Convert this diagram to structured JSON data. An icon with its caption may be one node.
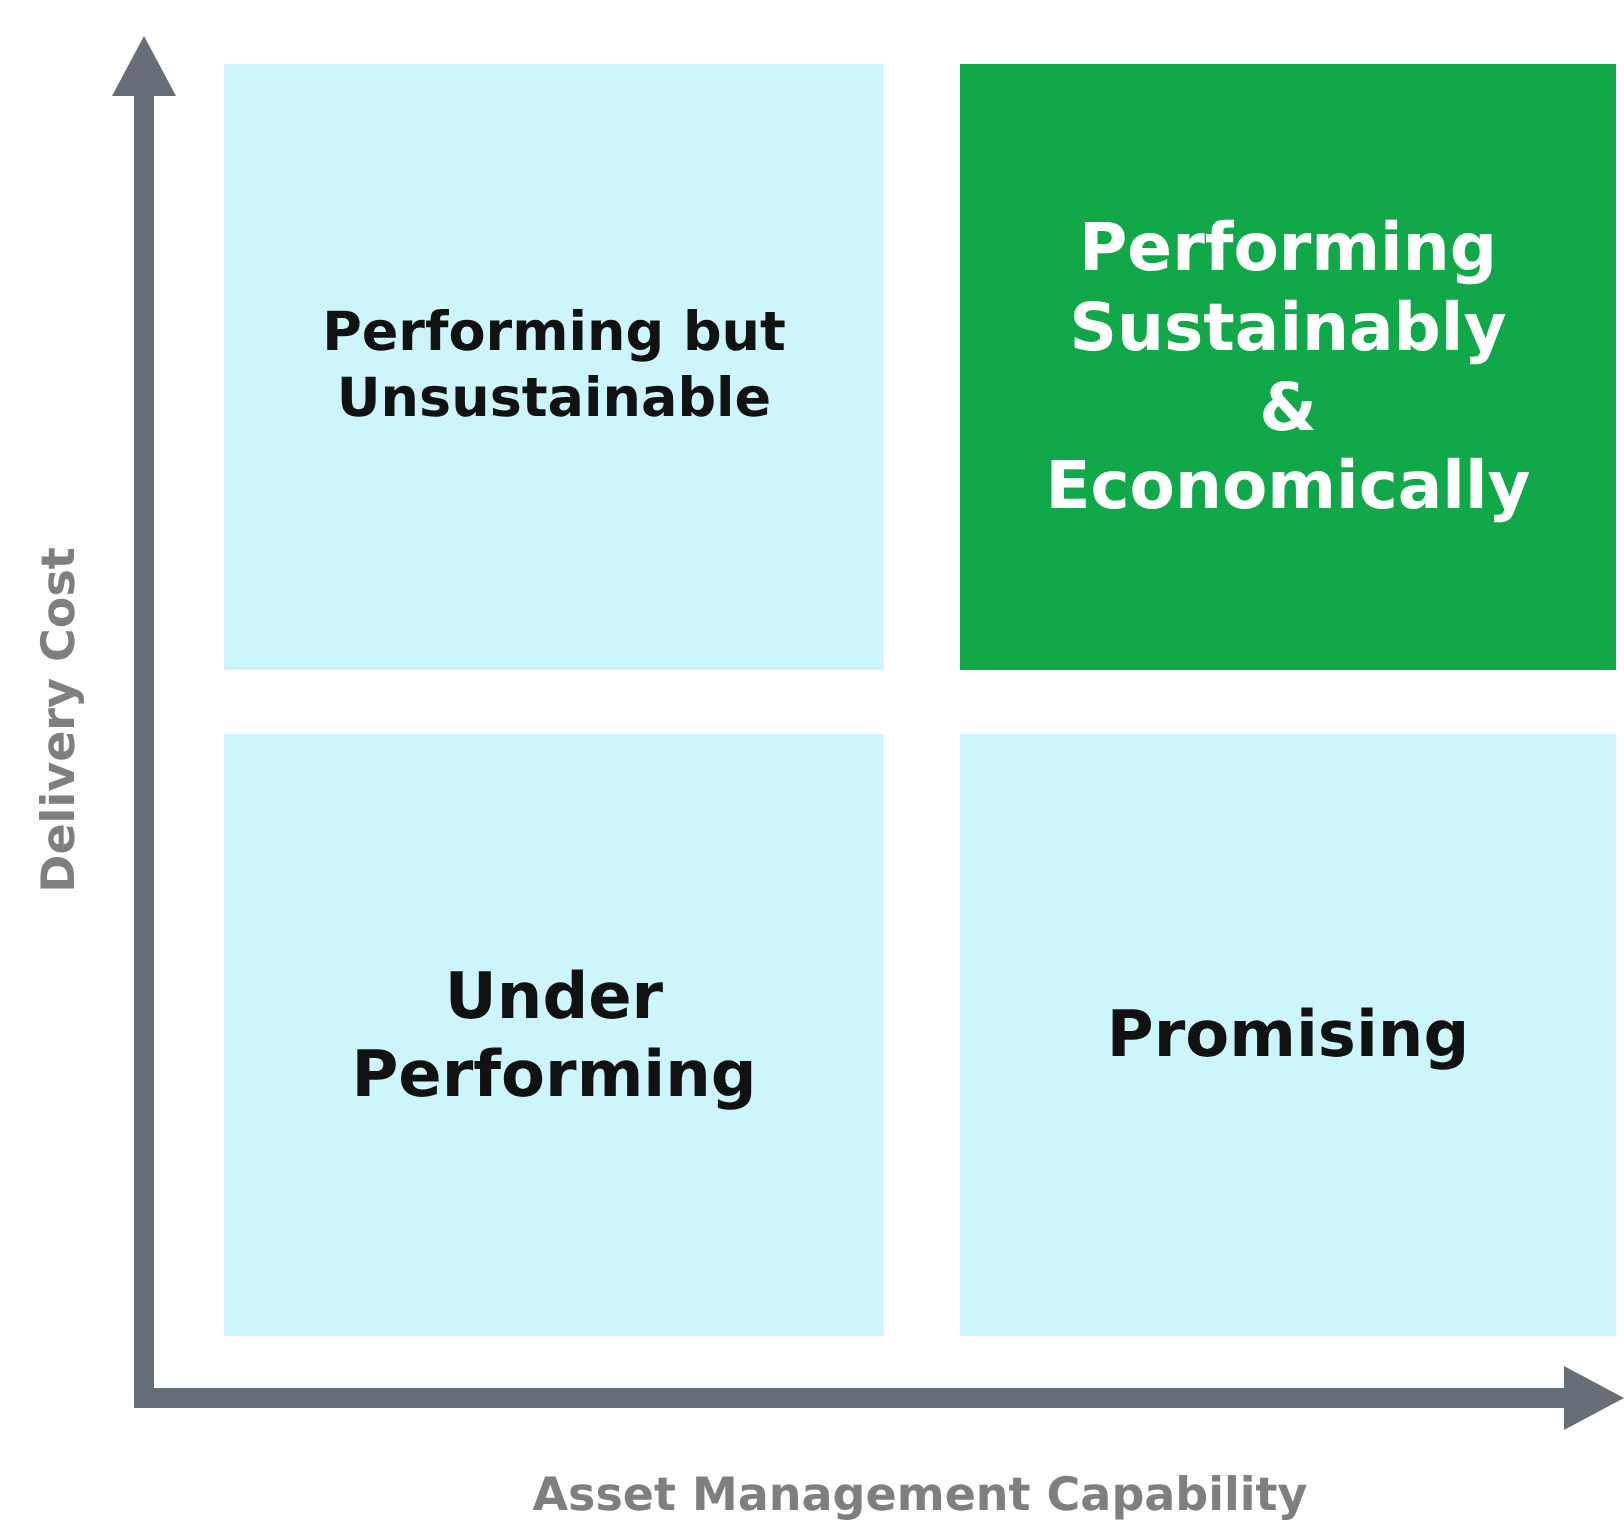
{
  "diagram": {
    "nodes": [
      {
        "text": [
          "Performing but Unsustainable"
        ]
      },
      {
        "text": [
          "Performing Sustainably & Economically"
        ]
      },
      {
        "text": [
          "Under Performing"
        ]
      },
      {
        "text": [
          "Promising"
        ]
      }
    ],
    "labels": [
      "Delivery Cost",
      "Asset Management Capability"
    ]
  }
}
